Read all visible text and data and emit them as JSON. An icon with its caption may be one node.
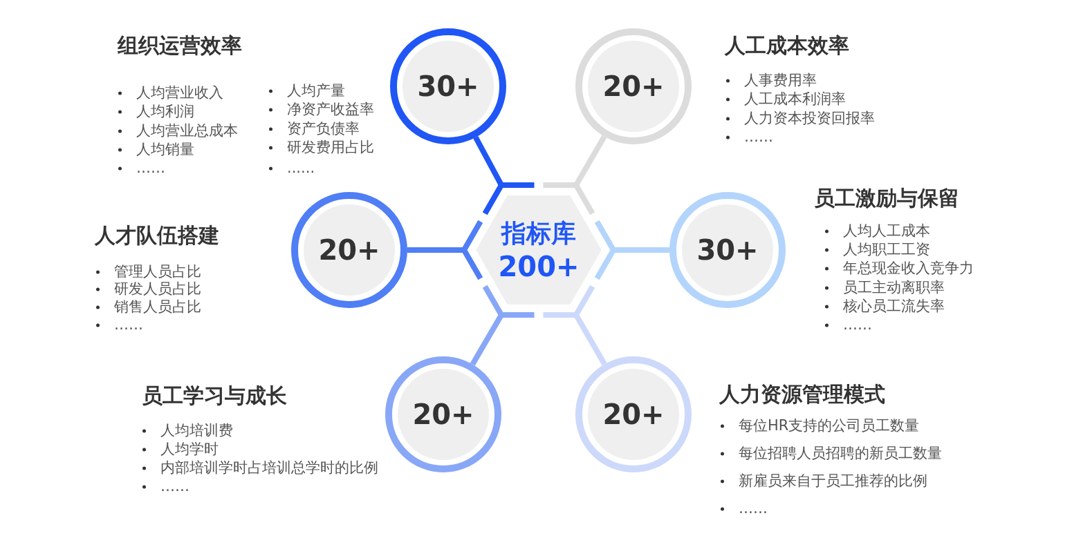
{
  "diagram": {
    "nodes": [
      {
        "text": [
          "指标库",
          "200+"
        ]
      },
      {
        "text": [
          "30+"
        ],
        "beside": [
          "组织运营效率",
          "人均营业收入",
          "人均利润",
          "人均营业总成本",
          "人均销量",
          "……",
          "人均产量",
          "净资产收益率",
          "资产负债率",
          "研发费用占比",
          "......"
        ]
      },
      {
        "text": [
          "20+"
        ],
        "beside": [
          "人工成本效率",
          "人事费用率",
          "人工成本利润率",
          "人力资本投资回报率",
          "……"
        ]
      },
      {
        "text": [
          "20+"
        ],
        "beside": [
          "人才队伍搭建",
          "管理人员占比",
          "研发人员占比",
          "销售人员占比",
          "……"
        ]
      },
      {
        "text": [
          "30+"
        ],
        "beside": [
          "员工激励与保留",
          "人均人工成本",
          "人均职工工资",
          "年总现金收入竞争力",
          "员工主动离职率",
          "核心员工流失率",
          "……"
        ]
      },
      {
        "text": [
          "20+"
        ],
        "beside": [
          "员工学习与成长",
          "人均培训费",
          "人均学时",
          "内部培训学时占培训总学时的比例",
          "……"
        ]
      },
      {
        "text": [
          "20+"
        ],
        "beside": [
          "人力资源管理模式",
          "每位HR支持的公司员工数量",
          "每位招聘人员招聘的新员工数量",
          "新雇员来自于员工推荐的比例",
          "……"
        ]
      }
    ],
    "edges": [
      {
        "from": 0,
        "to": 1,
        "arrow": "none",
        "color": "#1f56f5"
      },
      {
        "from": 0,
        "to": 2,
        "arrow": "none",
        "color": "#dcdcdc"
      },
      {
        "from": 0,
        "to": 3,
        "arrow": "none",
        "color": "#4f7ef5"
      },
      {
        "from": 0,
        "to": 4,
        "arrow": "none",
        "color": "#b3d4fc"
      },
      {
        "from": 0,
        "to": 5,
        "arrow": "none",
        "color": "#89a7f7"
      },
      {
        "from": 0,
        "to": 6,
        "arrow": "none",
        "color": "#cdd9fb"
      }
    ]
  }
}
